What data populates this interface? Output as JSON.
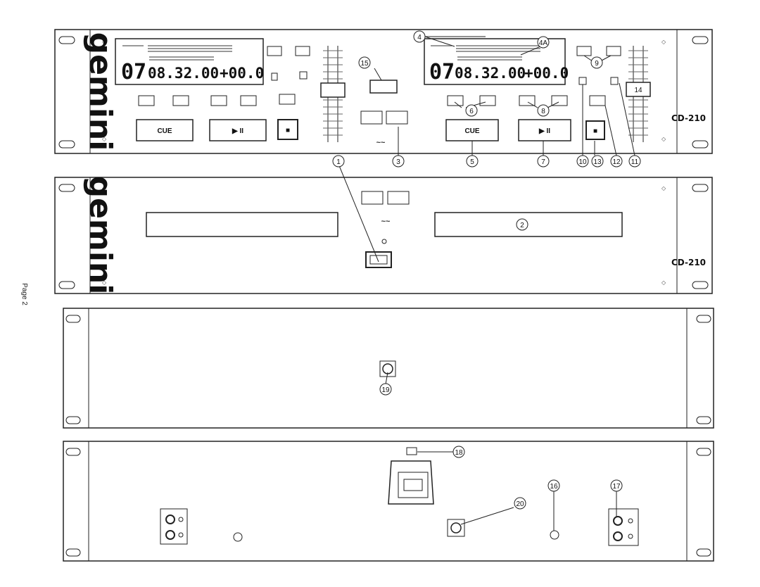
{
  "page_label": "Page 2",
  "front_panel": {
    "brand": "gemini",
    "model": "CD-210",
    "display_left": {
      "track": "07",
      "time": "08.32.00",
      "pitch": "+00.0"
    },
    "display_right": {
      "track": "07",
      "time": "08.32.00",
      "pitch": "+00.0"
    },
    "cue_label": "CUE",
    "play_label": "▶ II",
    "stop_glyph": "■"
  },
  "callouts": [
    "1",
    "2",
    "3",
    "4",
    "4A",
    "5",
    "6",
    "7",
    "8",
    "9",
    "10",
    "11",
    "12",
    "13",
    "14",
    "15",
    "16",
    "17",
    "18",
    "19",
    "20"
  ]
}
